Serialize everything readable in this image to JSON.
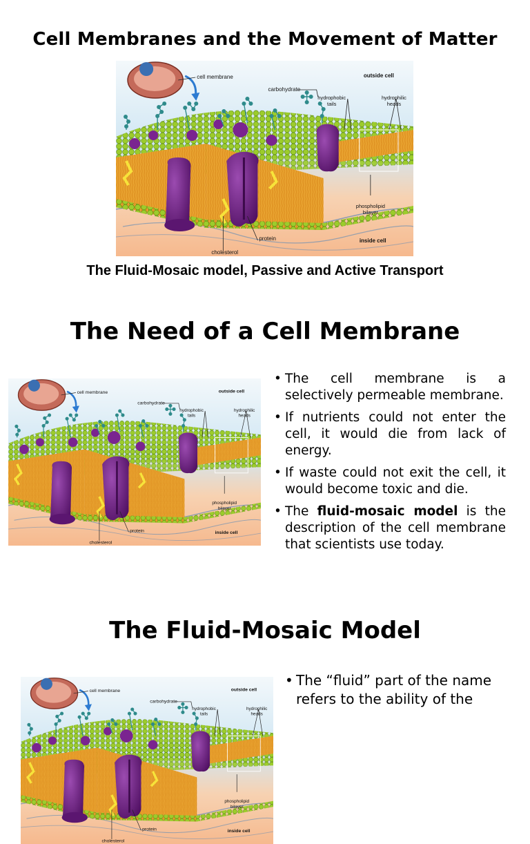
{
  "slide1": {
    "title": "Cell Membranes and the Movement of Matter",
    "subtitle": "The Fluid-Mosaic model, Passive and Active Transport"
  },
  "slide2": {
    "title": "The Need of a Cell Membrane",
    "bullets": [
      {
        "text": "The cell membrane is a selectively permeable membrane."
      },
      {
        "text": "If nutrients could not enter the cell, it would die from lack of energy."
      },
      {
        "text": "If waste could not exit the cell, it would become toxic and die."
      },
      {
        "before": "The ",
        "bold": "fluid-mosaic model",
        "after": " is the description of the cell membrane that scientists use today."
      }
    ]
  },
  "slide3": {
    "title": "The Fluid-Mosaic Model",
    "bullets": [
      {
        "text": "The “fluid” part of the name refers to the ability of the"
      }
    ]
  },
  "diagram_labels": {
    "cell_membrane": "cell membrane",
    "outside_cell": "outside cell",
    "carbohydrate": "carbohydrate",
    "hydrophobic_tails": [
      "hydrophobic",
      "tails"
    ],
    "hydrophilic_heads": [
      "hydrophilic",
      "heads"
    ],
    "phospholipid_bilayer": [
      "phospholipid",
      "bilayer"
    ],
    "inside_cell": "inside cell",
    "protein": "protein",
    "cholesterol": "cholesterol"
  },
  "colors": {
    "head_green": "#8fc225",
    "tail_orange": "#e59a1c",
    "protein_purple": "#6a1d7e",
    "carb_teal": "#2f8b8b",
    "background_blue": "#d7ecf6",
    "background_peach": "#f7c39a"
  }
}
